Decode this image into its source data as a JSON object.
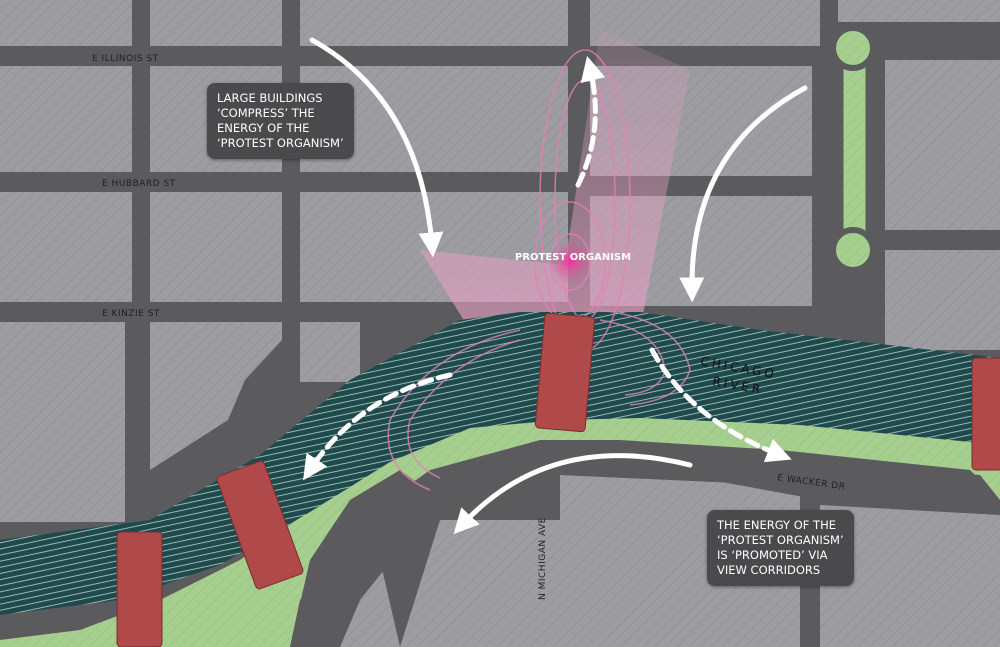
{
  "streets": {
    "illinois": "E ILLINOIS ST",
    "hubbard": "E HUBBARD ST",
    "kinzie": "E KINZIE ST",
    "michigan": "N MICHIGAN AVE",
    "wacker": "E WACKER DR"
  },
  "river_label": [
    "CHICAGO",
    "RIVER"
  ],
  "focus_label": "PROTEST ORGANISM",
  "callouts": {
    "compress": [
      "LARGE BUILDINGS",
      "‘COMPRESS’ THE",
      "ENERGY OF THE",
      "‘PROTEST ORGANISM’"
    ],
    "promote": [
      "THE ENERGY OF THE",
      "‘PROTEST ORGANISM’",
      "IS ‘PROMOTED’ VIA",
      "VIEW CORRIDORS"
    ]
  },
  "colors": {
    "road": "#5b5b5e",
    "block": "#9c9ca1",
    "river": "#1e4a4c",
    "park": "#a6cf8f",
    "bridge": "#b0494a",
    "energy": "#e0489a"
  }
}
